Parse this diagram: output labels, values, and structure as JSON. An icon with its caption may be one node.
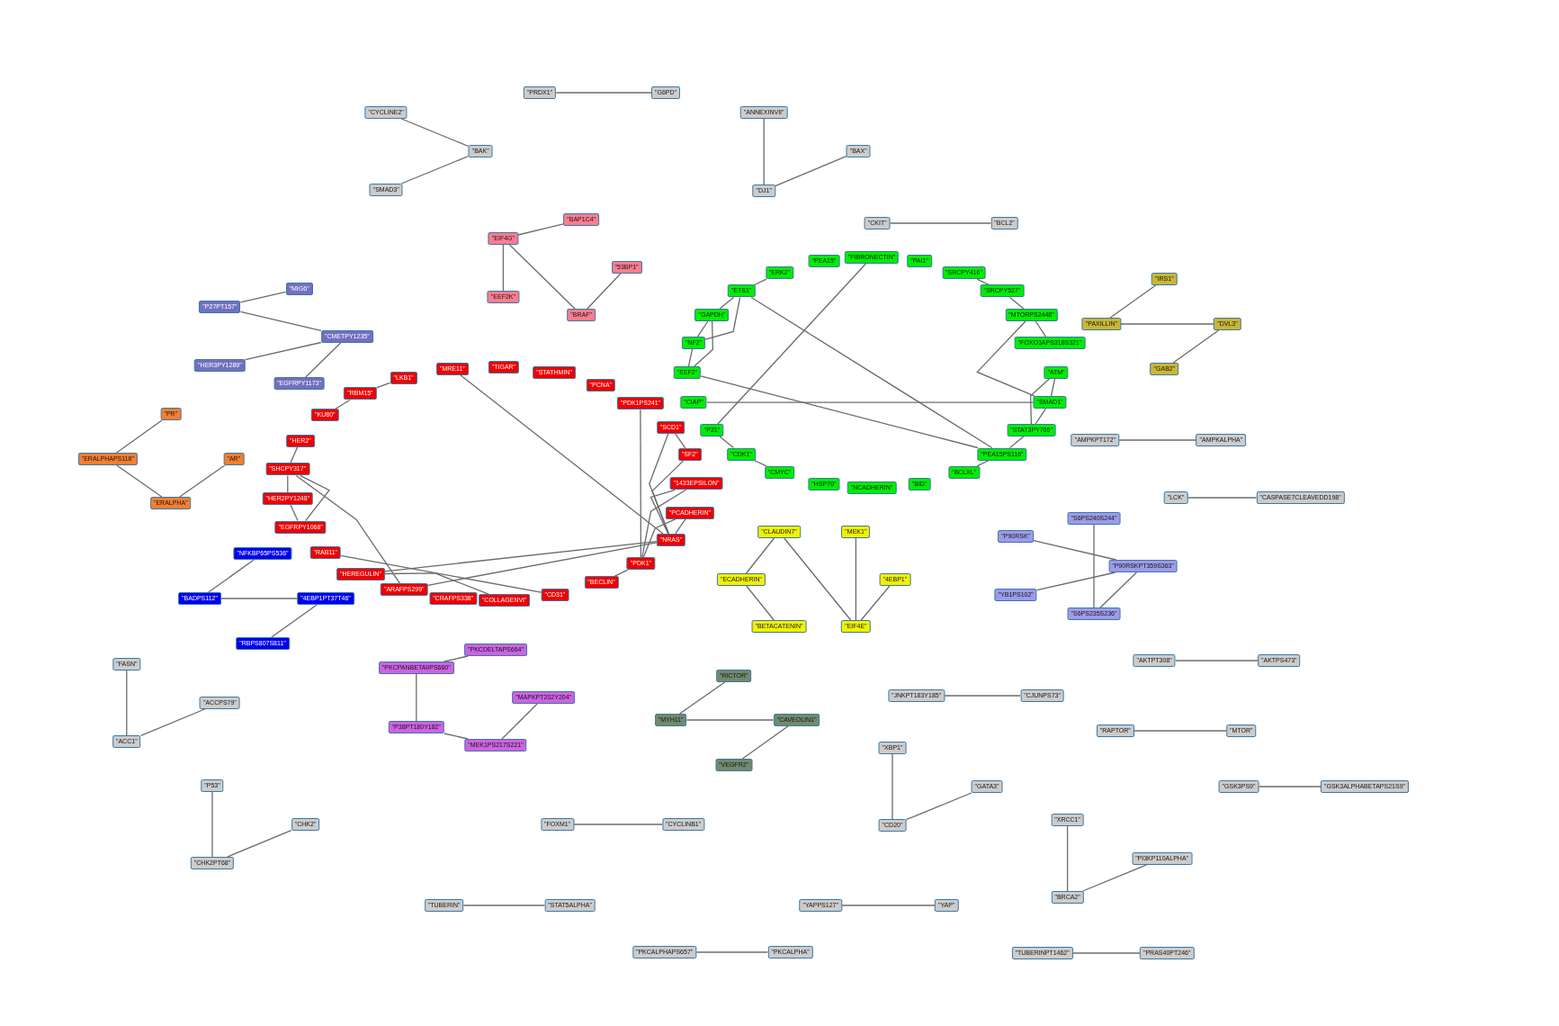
{
  "diagram": {
    "nodes": [
      {
        "text": [
          "\"PRDX1\""
        ]
      },
      {
        "text": [
          "\"G6PD\""
        ]
      },
      {
        "text": [
          "\"CYCLINE2\""
        ]
      },
      {
        "text": [
          "\"BAK\""
        ]
      },
      {
        "text": [
          "\"SMAD3\""
        ]
      },
      {
        "text": [
          "\"ANNEXINVII\""
        ]
      },
      {
        "text": [
          "\"BAX\""
        ]
      },
      {
        "text": [
          "\"DJ1\""
        ]
      },
      {
        "text": [
          "\"CKIT\""
        ]
      },
      {
        "text": [
          "\"BCL2\""
        ]
      },
      {
        "text": [
          "\"BAP1C4\""
        ]
      },
      {
        "text": [
          "\"EIF4G\""
        ]
      },
      {
        "text": [
          "\"53BP1\""
        ]
      },
      {
        "text": [
          "\"EEF2K\""
        ]
      },
      {
        "text": [
          "\"BRAF\""
        ]
      },
      {
        "text": [
          "\"IRS1\""
        ]
      },
      {
        "text": [
          "\"PAXILLIN\""
        ]
      },
      {
        "text": [
          "\"DVL3\""
        ]
      },
      {
        "text": [
          "\"GAB2\""
        ]
      },
      {
        "text": [
          "\"MIG6\""
        ]
      },
      {
        "text": [
          "\"P27PT157\""
        ]
      },
      {
        "text": [
          "\"CMETPY1235\""
        ]
      },
      {
        "text": [
          "\"HER3PY1289\""
        ]
      },
      {
        "text": [
          "\"EGFRPY1173\""
        ]
      },
      {
        "text": [
          "\"FIBRONECTIN\""
        ]
      },
      {
        "text": [
          "\"PAI1\""
        ]
      },
      {
        "text": [
          "\"SRCPY416\""
        ]
      },
      {
        "text": [
          "\"SRCPY527\""
        ]
      },
      {
        "text": [
          "\"MTORPS2448\""
        ]
      },
      {
        "text": [
          "\"FOXO3APS318S321\""
        ]
      },
      {
        "text": [
          "\"ATM\""
        ]
      },
      {
        "text": [
          "\"SMAD1\""
        ]
      },
      {
        "text": [
          "\"STAT3PY705\""
        ]
      },
      {
        "text": [
          "\"PEA15PS116\""
        ]
      },
      {
        "text": [
          "\"BCLXL\""
        ]
      },
      {
        "text": [
          "\"BID\""
        ]
      },
      {
        "text": [
          "\"NCADHERIN\""
        ]
      },
      {
        "text": [
          "\"HSP70\""
        ]
      },
      {
        "text": [
          "\"CMYC\""
        ]
      },
      {
        "text": [
          "\"CDK1\""
        ]
      },
      {
        "text": [
          "\"P21\""
        ]
      },
      {
        "text": [
          "\"CIAP\""
        ]
      },
      {
        "text": [
          "\"EEF2\""
        ]
      },
      {
        "text": [
          "\"NF2\""
        ]
      },
      {
        "text": [
          "\"GAPDH\""
        ]
      },
      {
        "text": [
          "\"ETS1\""
        ]
      },
      {
        "text": [
          "\"ERK2\""
        ]
      },
      {
        "text": [
          "\"PEA15\""
        ]
      },
      {
        "text": [
          "\"TIGAR\""
        ]
      },
      {
        "text": [
          "\"STATHMIN\""
        ]
      },
      {
        "text": [
          "\"PCNA\""
        ]
      },
      {
        "text": [
          "\"PDK1PS241\""
        ]
      },
      {
        "text": [
          "\"SCD1\""
        ]
      },
      {
        "text": [
          "\"SF2\""
        ]
      },
      {
        "text": [
          "\"1433EPSILON\""
        ]
      },
      {
        "text": [
          "\"PCADHERIN\""
        ]
      },
      {
        "text": [
          "\"NRAS\""
        ]
      },
      {
        "text": [
          "\"PDK1\""
        ]
      },
      {
        "text": [
          "\"BECLIN\""
        ]
      },
      {
        "text": [
          "\"CD31\""
        ]
      },
      {
        "text": [
          "\"COLLAGENVI\""
        ]
      },
      {
        "text": [
          "\"CRAFPS338\""
        ]
      },
      {
        "text": [
          "\"ARAFPS299\""
        ]
      },
      {
        "text": [
          "\"HEREGULIN\""
        ]
      },
      {
        "text": [
          "\"RAB11\""
        ]
      },
      {
        "text": [
          "\"EGFRPY1068\""
        ]
      },
      {
        "text": [
          "\"HER2PY1248\""
        ]
      },
      {
        "text": [
          "\"SHCPY317\""
        ]
      },
      {
        "text": [
          "\"HER2\""
        ]
      },
      {
        "text": [
          "\"KU80\""
        ]
      },
      {
        "text": [
          "\"RBM15\""
        ]
      },
      {
        "text": [
          "\"LKB1\""
        ]
      },
      {
        "text": [
          "\"MRE11\""
        ]
      },
      {
        "text": [
          "\"PR\""
        ]
      },
      {
        "text": [
          "\"ERALPHAPS118\""
        ]
      },
      {
        "text": [
          "\"AR\""
        ]
      },
      {
        "text": [
          "\"ERALPHA\""
        ]
      },
      {
        "text": [
          "\"AMPKPT172\""
        ]
      },
      {
        "text": [
          "\"AMPKALPHA\""
        ]
      },
      {
        "text": [
          "\"LCK\""
        ]
      },
      {
        "text": [
          "\"CASPASE7CLEAVEDD198\""
        ]
      },
      {
        "text": [
          "\"S6PS240S244\""
        ]
      },
      {
        "text": [
          "\"P90RSK\""
        ]
      },
      {
        "text": [
          "\"P90RSKPT359S363\""
        ]
      },
      {
        "text": [
          "\"YB1PS102\""
        ]
      },
      {
        "text": [
          "\"S6PS235S236\""
        ]
      },
      {
        "text": [
          "\"CLAUDIN7\""
        ]
      },
      {
        "text": [
          "\"MEK1\""
        ]
      },
      {
        "text": [
          "\"ECADHERIN\""
        ]
      },
      {
        "text": [
          "\"4EBP1\""
        ]
      },
      {
        "text": [
          "\"BETACATENIN\""
        ]
      },
      {
        "text": [
          "\"EIF4E\""
        ]
      },
      {
        "text": [
          "\"NFKBP65PS536\""
        ]
      },
      {
        "text": [
          "\"BADPS112\""
        ]
      },
      {
        "text": [
          "\"4EBP1PT37T46\""
        ]
      },
      {
        "text": [
          "\"RBPS807S811\""
        ]
      },
      {
        "text": [
          "\"PKCDELTAPS664\""
        ]
      },
      {
        "text": [
          "\"PKCPANBETAIIPS660\""
        ]
      },
      {
        "text": [
          "\"MAPKPT202Y204\""
        ]
      },
      {
        "text": [
          "\"P38PT180Y182\""
        ]
      },
      {
        "text": [
          "\"MEK1PS217S221\""
        ]
      },
      {
        "text": [
          "\"AKTPT308\""
        ]
      },
      {
        "text": [
          "\"AKTPS473\""
        ]
      },
      {
        "text": [
          "\"RICTOR\""
        ]
      },
      {
        "text": [
          "\"MYH11\""
        ]
      },
      {
        "text": [
          "\"CAVEOLIN1\""
        ]
      },
      {
        "text": [
          "\"VEGFR2\""
        ]
      },
      {
        "text": [
          "\"FASN\""
        ]
      },
      {
        "text": [
          "\"ACCPS79\""
        ]
      },
      {
        "text": [
          "\"ACC1\""
        ]
      },
      {
        "text": [
          "\"JNKPT183Y185\""
        ]
      },
      {
        "text": [
          "\"CJUNPS73\""
        ]
      },
      {
        "text": [
          "\"RAPTOR\""
        ]
      },
      {
        "text": [
          "\"MTOR\""
        ]
      },
      {
        "text": [
          "\"XBP1\""
        ]
      },
      {
        "text": [
          "\"GATA3\""
        ]
      },
      {
        "text": [
          "\"CD20\""
        ]
      },
      {
        "text": [
          "\"GSK3PS9\""
        ]
      },
      {
        "text": [
          "\"GSK3ALPHABETAPS21S9\""
        ]
      },
      {
        "text": [
          "\"P53\""
        ]
      },
      {
        "text": [
          "\"CHK2\""
        ]
      },
      {
        "text": [
          "\"CHK2PT68\""
        ]
      },
      {
        "text": [
          "\"FOXM1\""
        ]
      },
      {
        "text": [
          "\"CYCLINB1\""
        ]
      },
      {
        "text": [
          "\"XRCC1\""
        ]
      },
      {
        "text": [
          "\"PI3KP110ALPHA\""
        ]
      },
      {
        "text": [
          "\"BRCA2\""
        ]
      },
      {
        "text": [
          "\"TUBERIN\""
        ]
      },
      {
        "text": [
          "\"STAT5ALPHA\""
        ]
      },
      {
        "text": [
          "\"YAPPS127\""
        ]
      },
      {
        "text": [
          "\"YAP\""
        ]
      },
      {
        "text": [
          "\"PKCALPHAPS657\""
        ]
      },
      {
        "text": [
          "\"PKCALPHA\""
        ]
      },
      {
        "text": [
          "\"TUBERINPT1462\""
        ]
      },
      {
        "text": [
          "\"PRAS40PT246\""
        ]
      }
    ],
    "edges": [
      {
        "from": 0,
        "to": 1,
        "arrow": "none"
      },
      {
        "from": 2,
        "to": 3,
        "arrow": "none"
      },
      {
        "from": 3,
        "to": 4,
        "arrow": "none"
      },
      {
        "from": 5,
        "to": 7,
        "arrow": "none"
      },
      {
        "from": 7,
        "to": 6,
        "arrow": "none"
      },
      {
        "from": 8,
        "to": 9,
        "arrow": "none"
      },
      {
        "from": 11,
        "to": 10,
        "arrow": "none"
      },
      {
        "from": 11,
        "to": 13,
        "arrow": "none"
      },
      {
        "from": 11,
        "to": 14,
        "arrow": "none"
      },
      {
        "from": 14,
        "to": 12,
        "arrow": "none"
      },
      {
        "from": 15,
        "to": 16,
        "arrow": "none"
      },
      {
        "from": 16,
        "to": 17,
        "arrow": "none"
      },
      {
        "from": 17,
        "to": 18,
        "arrow": "none"
      },
      {
        "from": 19,
        "to": 20,
        "arrow": "none"
      },
      {
        "from": 20,
        "to": 21,
        "arrow": "none"
      },
      {
        "from": 21,
        "to": 22,
        "arrow": "none"
      },
      {
        "from": 21,
        "to": 23,
        "arrow": "none"
      },
      {
        "from": 46,
        "to": 45,
        "arrow": "none"
      },
      {
        "from": 45,
        "to": 44,
        "arrow": "none"
      },
      {
        "from": 45,
        "to": 43,
        "arrow": "none"
      },
      {
        "from": 44,
        "to": 43,
        "arrow": "none"
      },
      {
        "from": 44,
        "to": 42,
        "arrow": "none"
      },
      {
        "from": 43,
        "to": 42,
        "arrow": "none"
      },
      {
        "from": 45,
        "to": 33,
        "arrow": "none"
      },
      {
        "from": 24,
        "to": 40,
        "arrow": "none"
      },
      {
        "from": 42,
        "to": 33,
        "arrow": "none"
      },
      {
        "from": 41,
        "to": 31,
        "arrow": "none"
      },
      {
        "from": 26,
        "to": 27,
        "arrow": "none"
      },
      {
        "from": 27,
        "to": 28,
        "arrow": "none"
      },
      {
        "from": 28,
        "to": 29,
        "arrow": "none"
      },
      {
        "from": 28,
        "to": 31,
        "arrow": "none"
      },
      {
        "from": 30,
        "to": 31,
        "arrow": "none"
      },
      {
        "from": 30,
        "to": 32,
        "arrow": "none"
      },
      {
        "from": 31,
        "to": 32,
        "arrow": "none"
      },
      {
        "from": 32,
        "to": 33,
        "arrow": "none"
      },
      {
        "from": 33,
        "to": 34,
        "arrow": "none"
      },
      {
        "from": 40,
        "to": 39,
        "arrow": "none"
      },
      {
        "from": 39,
        "to": 38,
        "arrow": "none"
      },
      {
        "from": 71,
        "to": 70,
        "arrow": "none"
      },
      {
        "from": 70,
        "to": 69,
        "arrow": "none"
      },
      {
        "from": 72,
        "to": 56,
        "arrow": "none"
      },
      {
        "from": 68,
        "to": 67,
        "arrow": "none"
      },
      {
        "from": 67,
        "to": 66,
        "arrow": "none"
      },
      {
        "from": 67,
        "to": 65,
        "arrow": "none"
      },
      {
        "from": 66,
        "to": 65,
        "arrow": "none"
      },
      {
        "from": 67,
        "to": 62,
        "arrow": "none"
      },
      {
        "from": 51,
        "to": 57,
        "arrow": "none"
      },
      {
        "from": 52,
        "to": 53,
        "arrow": "none"
      },
      {
        "from": 52,
        "to": 56,
        "arrow": "none"
      },
      {
        "from": 53,
        "to": 56,
        "arrow": "none"
      },
      {
        "from": 54,
        "to": 56,
        "arrow": "none"
      },
      {
        "from": 54,
        "to": 57,
        "arrow": "none"
      },
      {
        "from": 55,
        "to": 56,
        "arrow": "none"
      },
      {
        "from": 55,
        "to": 57,
        "arrow": "none"
      },
      {
        "from": 57,
        "to": 58,
        "arrow": "none"
      },
      {
        "from": 56,
        "to": 63,
        "arrow": "none"
      },
      {
        "from": 56,
        "to": 62,
        "arrow": "none"
      },
      {
        "from": 64,
        "to": 59,
        "arrow": "none"
      },
      {
        "from": 63,
        "to": 60,
        "arrow": "none"
      },
      {
        "from": 73,
        "to": 74,
        "arrow": "none"
      },
      {
        "from": 74,
        "to": 76,
        "arrow": "none"
      },
      {
        "from": 75,
        "to": 76,
        "arrow": "none"
      },
      {
        "from": 77,
        "to": 78,
        "arrow": "none"
      },
      {
        "from": 79,
        "to": 80,
        "arrow": "none"
      },
      {
        "from": 82,
        "to": 83,
        "arrow": "none"
      },
      {
        "from": 84,
        "to": 83,
        "arrow": "none"
      },
      {
        "from": 81,
        "to": 85,
        "arrow": "none"
      },
      {
        "from": 85,
        "to": 83,
        "arrow": "none"
      },
      {
        "from": 86,
        "to": 88,
        "arrow": "none"
      },
      {
        "from": 88,
        "to": 90,
        "arrow": "none"
      },
      {
        "from": 86,
        "to": 91,
        "arrow": "none"
      },
      {
        "from": 87,
        "to": 91,
        "arrow": "none"
      },
      {
        "from": 89,
        "to": 91,
        "arrow": "none"
      },
      {
        "from": 92,
        "to": 93,
        "arrow": "none"
      },
      {
        "from": 93,
        "to": 94,
        "arrow": "none"
      },
      {
        "from": 94,
        "to": 95,
        "arrow": "none"
      },
      {
        "from": 96,
        "to": 97,
        "arrow": "none"
      },
      {
        "from": 97,
        "to": 99,
        "arrow": "none"
      },
      {
        "from": 99,
        "to": 100,
        "arrow": "none"
      },
      {
        "from": 100,
        "to": 98,
        "arrow": "none"
      },
      {
        "from": 101,
        "to": 102,
        "arrow": "none"
      },
      {
        "from": 103,
        "to": 104,
        "arrow": "none"
      },
      {
        "from": 104,
        "to": 105,
        "arrow": "none"
      },
      {
        "from": 105,
        "to": 106,
        "arrow": "none"
      },
      {
        "from": 107,
        "to": 109,
        "arrow": "none"
      },
      {
        "from": 109,
        "to": 108,
        "arrow": "none"
      },
      {
        "from": 110,
        "to": 111,
        "arrow": "none"
      },
      {
        "from": 112,
        "to": 113,
        "arrow": "none"
      },
      {
        "from": 114,
        "to": 116,
        "arrow": "none"
      },
      {
        "from": 116,
        "to": 115,
        "arrow": "none"
      },
      {
        "from": 117,
        "to": 118,
        "arrow": "none"
      },
      {
        "from": 119,
        "to": 121,
        "arrow": "none"
      },
      {
        "from": 121,
        "to": 120,
        "arrow": "none"
      },
      {
        "from": 122,
        "to": 123,
        "arrow": "none"
      },
      {
        "from": 124,
        "to": 126,
        "arrow": "none"
      },
      {
        "from": 126,
        "to": 125,
        "arrow": "none"
      },
      {
        "from": 127,
        "to": 128,
        "arrow": "none"
      },
      {
        "from": 129,
        "to": 130,
        "arrow": "none"
      },
      {
        "from": 131,
        "to": 132,
        "arrow": "none"
      },
      {
        "from": 133,
        "to": 134,
        "arrow": "none"
      }
    ]
  }
}
